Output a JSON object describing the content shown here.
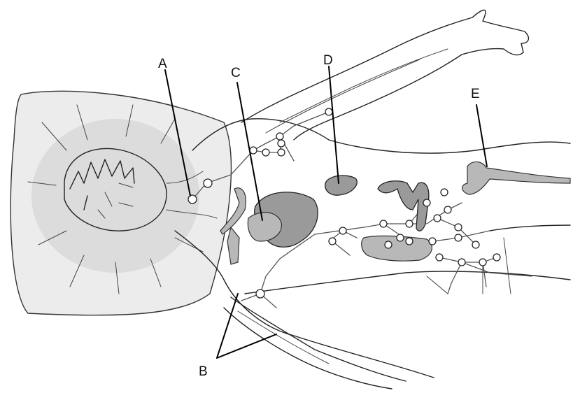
{
  "diagram": {
    "labels": [
      {
        "id": "A",
        "text": "A"
      },
      {
        "id": "B",
        "text": "B"
      },
      {
        "id": "C",
        "text": "C"
      },
      {
        "id": "D",
        "text": "D"
      },
      {
        "id": "E",
        "text": "E"
      }
    ]
  }
}
